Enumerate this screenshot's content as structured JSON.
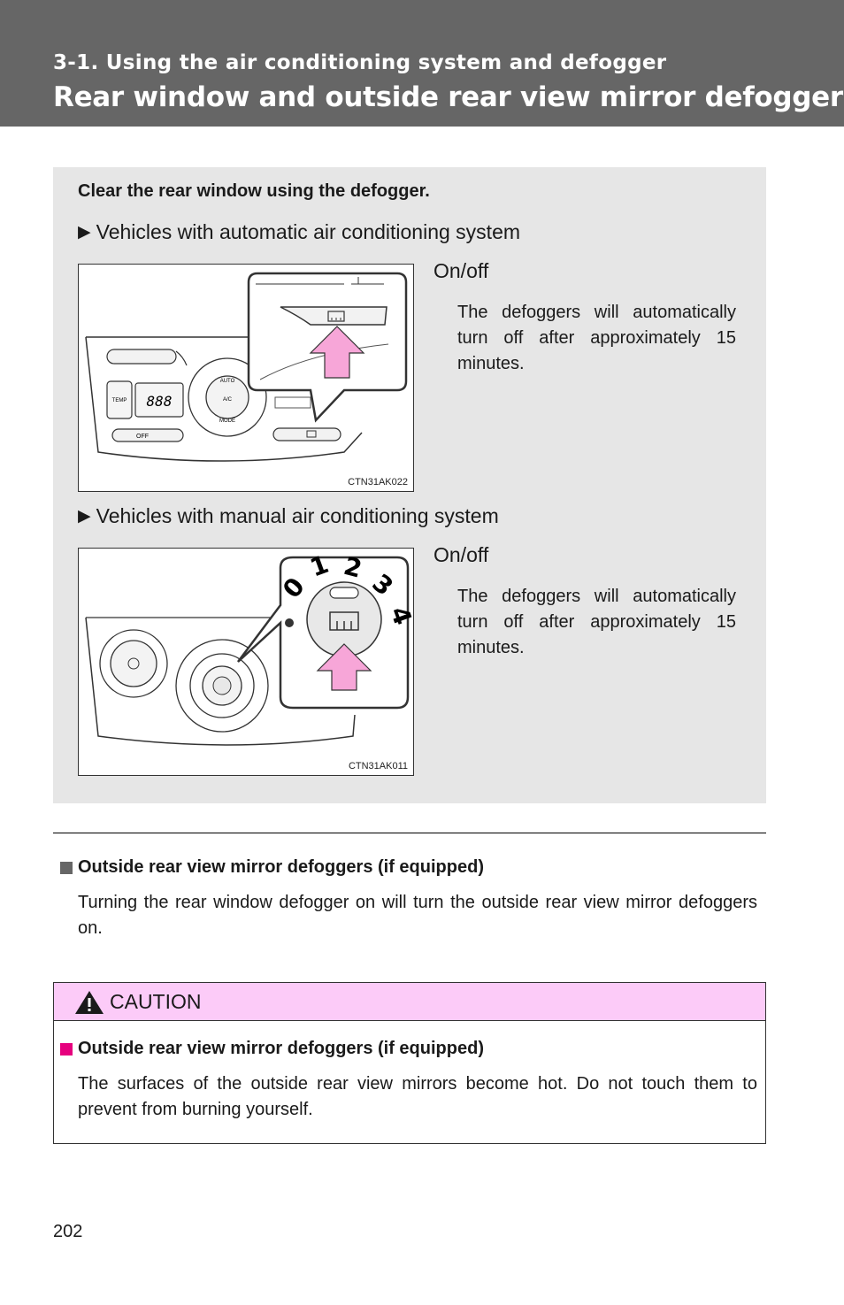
{
  "header": {
    "section": "3-1. Using the air conditioning system and defogger",
    "title": "Rear window and outside rear view mirror defoggers"
  },
  "info_box": {
    "heading": "Clear the rear window using the defogger.",
    "variants": [
      {
        "label": "Vehicles with automatic air conditioning system",
        "figure_code": "CTN31AK022",
        "panel_labels": {
          "temp": "TEMP",
          "display": "888",
          "off": "OFF",
          "auto": "AUTO",
          "ac": "A/C",
          "mode": "MODE"
        },
        "callout": "On/off",
        "description": "The defoggers will automatically turn off after approximately 15 minutes."
      },
      {
        "label": "Vehicles with manual air conditioning system",
        "figure_code": "CTN31AK011",
        "dial_numbers": [
          "0",
          "1",
          "2",
          "3",
          "4"
        ],
        "callout": "On/off",
        "description": "The defoggers will automatically turn off after approximately 15 minutes."
      }
    ]
  },
  "mirror_section": {
    "heading": "Outside rear view mirror defoggers (if equipped)",
    "text": "Turning the rear window defogger on will turn the outside rear view mirror defoggers on."
  },
  "caution": {
    "label": "CAUTION",
    "heading": "Outside rear view mirror defoggers (if equipped)",
    "text": "The surfaces of the outside rear view mirrors become hot. Do not touch them to prevent from burning yourself."
  },
  "page_number": "202",
  "colors": {
    "header_bg": "#666666",
    "box_bg": "#e6e6e6",
    "caution_bg": "#fccbf8",
    "arrow_pink": "#f7a6d8",
    "accent_magenta": "#e6007e",
    "bullet_gray": "#666666"
  }
}
